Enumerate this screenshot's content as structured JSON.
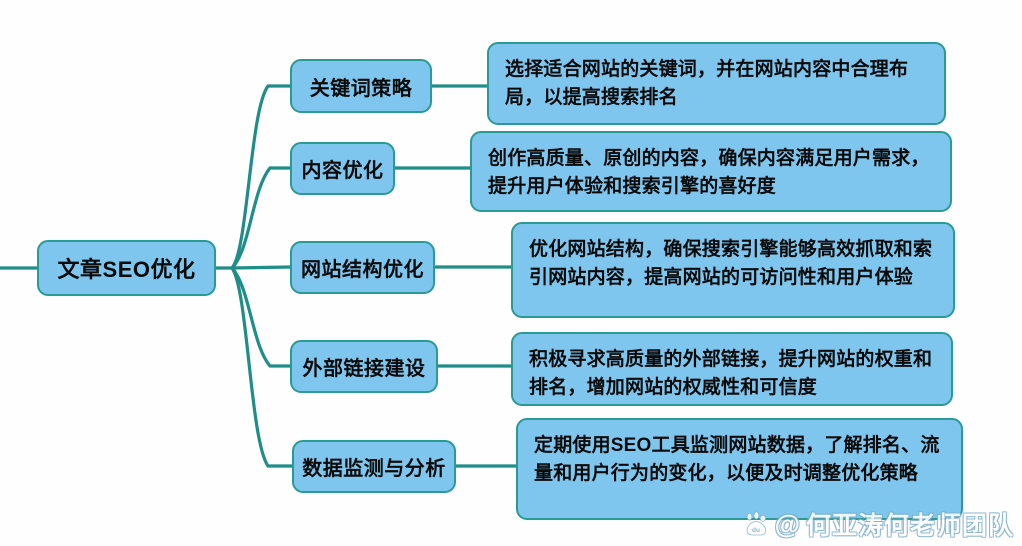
{
  "mindmap": {
    "root": {
      "label": "文章SEO优化"
    },
    "branches": [
      {
        "label": "关键词策略",
        "detail": "选择适合网站的关键词，并在网站内容中合理布局，以提高搜索排名"
      },
      {
        "label": "内容优化",
        "detail": "创作高质量、原创的内容，确保内容满足用户需求，提升用户体验和搜索引擎的喜好度"
      },
      {
        "label": "网站结构优化",
        "detail": "优化网站结构，确保搜索引擎能够高效抓取和索引网站内容，提高网站的可访问性和用户体验"
      },
      {
        "label": "外部链接建设",
        "detail": "积极寻求高质量的外部链接，提升网站的权重和排名，增加网站的权威性和可信度"
      },
      {
        "label": "数据监测与分析",
        "detail": "定期使用SEO工具监测网站数据，了解排名、流量和用户行为的变化，以便及时调整优化策略"
      }
    ]
  },
  "watermark": {
    "at": "@",
    "text": "何亚涛何老师团队",
    "logo": "baidu-paw-icon"
  },
  "colors": {
    "node_fill": "#7fc6ee",
    "node_border": "#2a9a95",
    "connector": "#1f8d88",
    "background": "#fefefe",
    "text": "#0a0a0a"
  }
}
